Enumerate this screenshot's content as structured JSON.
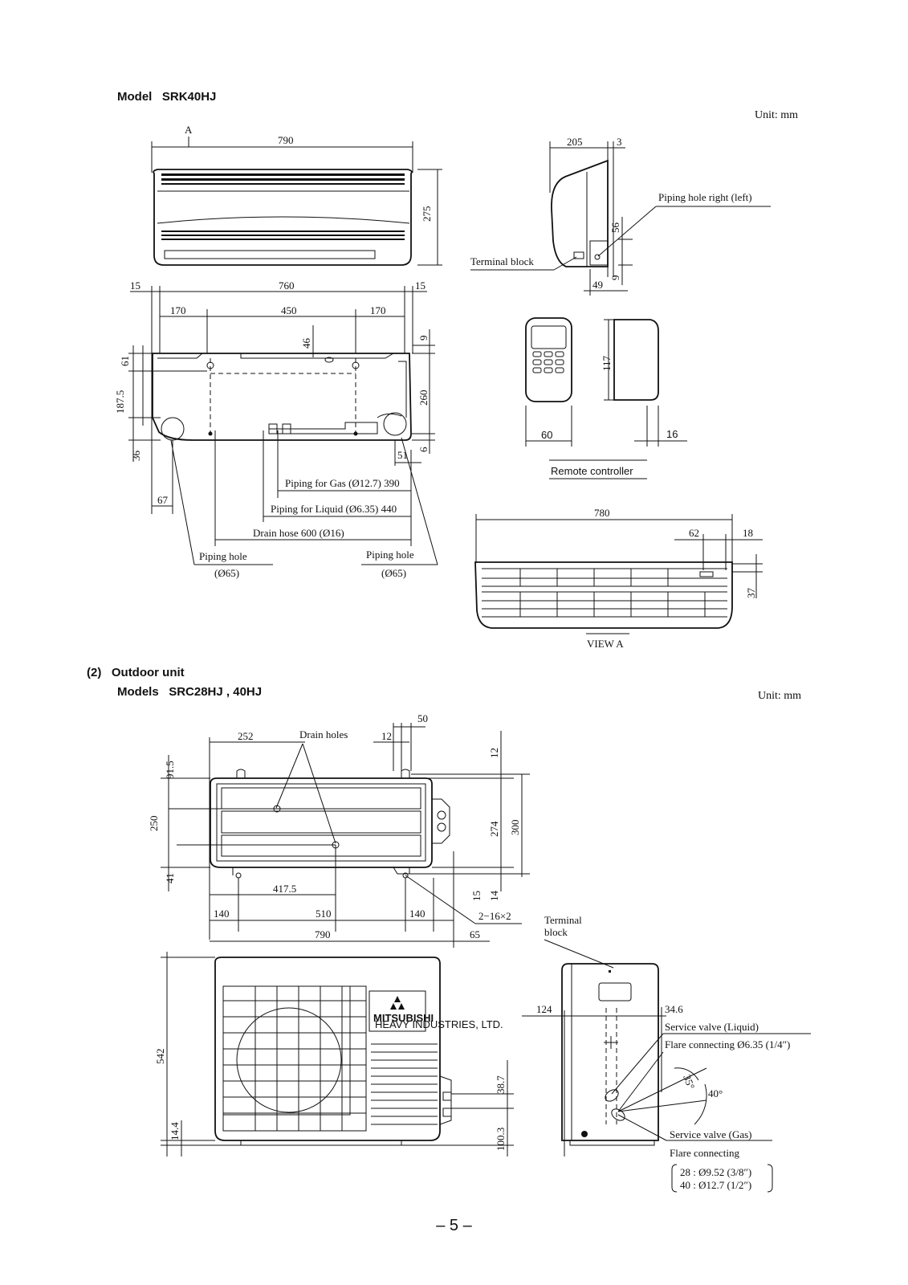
{
  "indoor": {
    "model_label": "Model",
    "model": "SRK40HJ",
    "unit": "Unit: mm",
    "front": {
      "a_marker": "A",
      "width": "790",
      "height": "275"
    },
    "side": {
      "depth": "205",
      "gap": "3",
      "piping_hole_label": "Piping hole right (left)",
      "dim_56": "56",
      "dim_9": "9",
      "dim_49": "49",
      "terminal_block": "Terminal block"
    },
    "back": {
      "d15_left": "15",
      "d760": "760",
      "d15_right": "15",
      "d170_left": "170",
      "d450": "450",
      "d170_right": "170",
      "d46": "46",
      "d9": "9",
      "d61": "61",
      "d187_5": "187.5",
      "d260": "260",
      "d36": "36",
      "d6": "6",
      "d51": "51",
      "d67": "67",
      "gas": "Piping for Gas (Ø12.7) 390",
      "liquid": "Piping for Liquid (Ø6.35) 440",
      "drain": "Drain hose 600 (Ø16)",
      "hole_left": "Piping hole",
      "hole_left_dia": "(Ø65)",
      "hole_right": "Piping hole",
      "hole_right_dia": "(Ø65)"
    },
    "remote": {
      "d117": "117",
      "d60": "60",
      "d16": "16",
      "label": "Remote controller"
    },
    "view_a": {
      "d780": "780",
      "d62": "62",
      "d18": "18",
      "d37": "37",
      "label": "VIEW A"
    }
  },
  "outdoor": {
    "section": "(2)",
    "title": "Outdoor unit",
    "models_label": "Models",
    "models": "SRC28HJ , 40HJ",
    "unit": "Unit: mm",
    "top": {
      "d252": "252",
      "drain_holes": "Drain holes",
      "d12a": "12",
      "d50": "50",
      "d12b": "12",
      "d91_5": "91.5",
      "d250": "250",
      "d41": "41",
      "d274": "274",
      "d300": "300",
      "d15": "15",
      "d14": "14",
      "d417_5": "417.5",
      "d140a": "140",
      "d510": "510",
      "d140b": "140",
      "bolt": "2−16×2",
      "d790": "790",
      "d65": "65"
    },
    "front": {
      "d542": "542",
      "d14_4": "14.4",
      "d38_7": "38.7",
      "d100_3": "100.3",
      "brand": "MITSUBISHI",
      "brand_sub": "HEAVY INDUSTRIES, LTD."
    },
    "side": {
      "terminal1": "Terminal",
      "terminal2": "block",
      "d124": "124",
      "d34_6": "34.6",
      "sv_liquid": "Service valve (Liquid)",
      "flare_liquid": "Flare connecting Ø6.35 (1/4″)",
      "a35": "35°",
      "a40": "40°",
      "sv_gas": "Service valve (Gas)",
      "flare_gas": "Flare connecting",
      "flare_28": "28 : Ø9.52 (3/8″)",
      "flare_40": "40 : Ø12.7 (1/2″)"
    }
  },
  "page_number": "– 5 –"
}
